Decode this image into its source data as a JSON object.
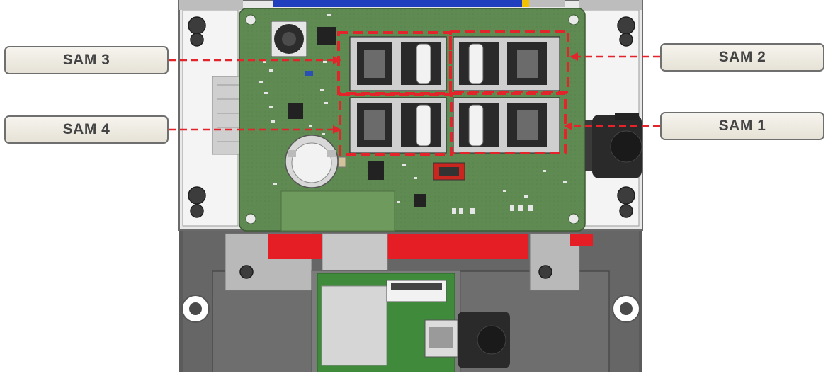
{
  "labels": {
    "sam1": "SAM 1",
    "sam2": "SAM 2",
    "sam3": "SAM 3",
    "sam4": "SAM 4"
  },
  "colors": {
    "pcb_main": "#5f8a52",
    "pcb_light": "#7cab6a",
    "callout_red": "#e3242b",
    "housing_dark": "#5b5b5b",
    "housing_mid": "#8a8a8a",
    "housing_light": "#c4c4c4",
    "accent_red": "#e51e25",
    "accent_blue": "#1f3fbf",
    "label_fill": "#efece4",
    "label_border": "#6f6f6f"
  },
  "icons": [
    "screw-icon",
    "sim-slot-icon",
    "coin-cell-icon",
    "connector-icon",
    "inductor-icon"
  ]
}
